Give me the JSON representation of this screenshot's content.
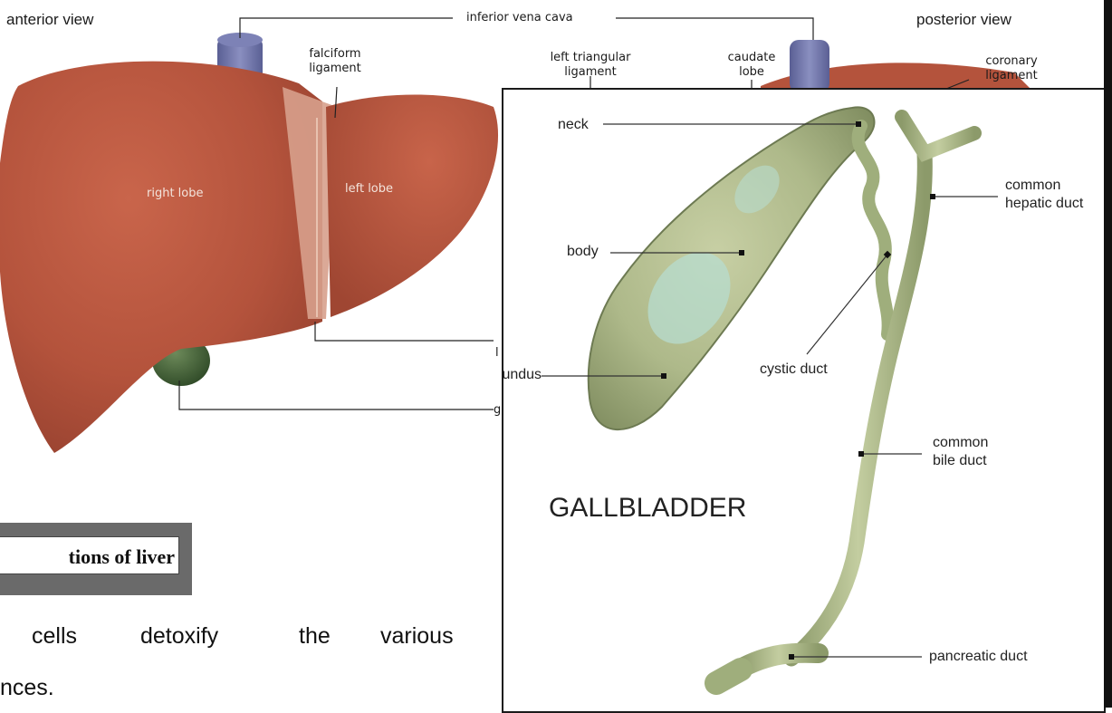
{
  "liver": {
    "anterior_view": "anterior view",
    "posterior_view": "posterior view",
    "inferior_vena_cava": "inferior vena cava",
    "falciform": "falciform",
    "ligament": "ligament",
    "left_triangular": "left triangular",
    "left_triangular_ligament": "ligament",
    "caudate": "caudate",
    "lobe": "lobe",
    "coronary": "coronary",
    "coronary_ligament": "ligament",
    "right_lobe": "right lobe",
    "left_lobe": "left lobe",
    "cut_label_1": "l",
    "cut_label_2": "g"
  },
  "gallbladder": {
    "title": "GALLBLADDER",
    "neck": "neck",
    "body": "body",
    "fundus": "fundus",
    "cystic_duct": "cystic duct",
    "common_hepatic_1": "common",
    "common_hepatic_2": "hepatic duct",
    "common_bile_1": "common",
    "common_bile_2": "bile duct",
    "pancreatic_duct": "pancreatic duct"
  },
  "text": {
    "section_header": "tions of liver",
    "line1_a": "cells",
    "line1_b": "detoxify",
    "line1_c": "the",
    "line1_d": "various",
    "line2": "nces."
  },
  "colors": {
    "liver": "#b4533c",
    "liver_dark": "#8f3d2b",
    "vena_cava": "#6f74a8",
    "gallbladder_liver": "#3f5e33",
    "gallbladder": "#aeb98a",
    "gallbladder_highlight": "#b7dccf",
    "duct": "#a9b889"
  }
}
